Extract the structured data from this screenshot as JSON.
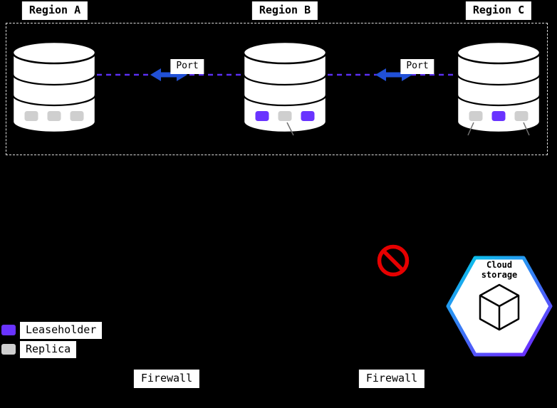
{
  "regions": [
    {
      "label": "Region A",
      "nodes": [
        "replica",
        "replica",
        "replica"
      ]
    },
    {
      "label": "Region B",
      "nodes": [
        "leaseholder",
        "replica",
        "leaseholder"
      ]
    },
    {
      "label": "Region C",
      "nodes": [
        "replica",
        "leaseholder",
        "replica"
      ]
    }
  ],
  "connections": [
    {
      "label": "Port"
    },
    {
      "label": "Port"
    }
  ],
  "legend": {
    "items": [
      {
        "label": "Leaseholder"
      },
      {
        "label": "Replica"
      }
    ]
  },
  "firewalls": [
    {
      "label": "Firewall"
    },
    {
      "label": "Firewall"
    }
  ],
  "cloud_storage": {
    "line1": "Cloud",
    "line2": "storage"
  },
  "colors": {
    "background": "#000000",
    "leaseholder": "#6933ff",
    "replica": "#cfcfcf",
    "dashed_link": "#5b2ff0",
    "arrow": "#2150d6",
    "prohibited": "#e60000",
    "hex_gradient_start": "#00cfe8",
    "hex_gradient_end": "#6933ff"
  }
}
